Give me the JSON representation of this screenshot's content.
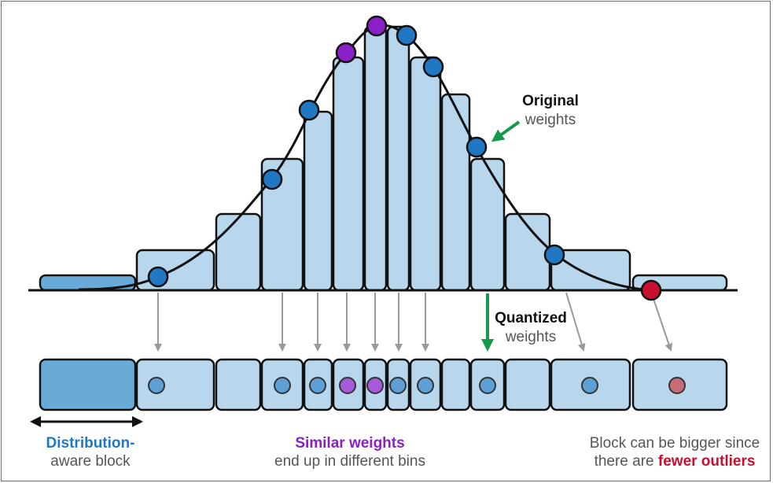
{
  "colors": {
    "bin_fill": "#b9d7ec",
    "left_block_fill": "#6aaad8",
    "outline": "#111111",
    "weight_dot": "#1f78c1",
    "similar_dot": "#8a1fc9",
    "outlier_dot": "#c8102e",
    "arrow_gray": "#9a9a9a",
    "arrow_green": "#149a4a",
    "text_blue": "#1f78c1",
    "text_purple": "#8a1fc9",
    "text_red": "#c8102e",
    "text_gray": "#555555"
  },
  "labels": {
    "original_title": "Original",
    "original_sub": "weights",
    "quantized_title": "Quantized",
    "quantized_sub": "weights",
    "distribution_title": "Distribution-",
    "distribution_sub": "aware block",
    "similar_title": "Similar weights",
    "similar_sub": "end up in different bins",
    "bigger_line1": "Block can be bigger since",
    "bigger_line2_prefix": "there are ",
    "bigger_line2_emph": "fewer outliers"
  },
  "icons": {
    "width_arrow": "double-headed-arrow-icon",
    "pointer": "green-arrow-icon"
  }
}
